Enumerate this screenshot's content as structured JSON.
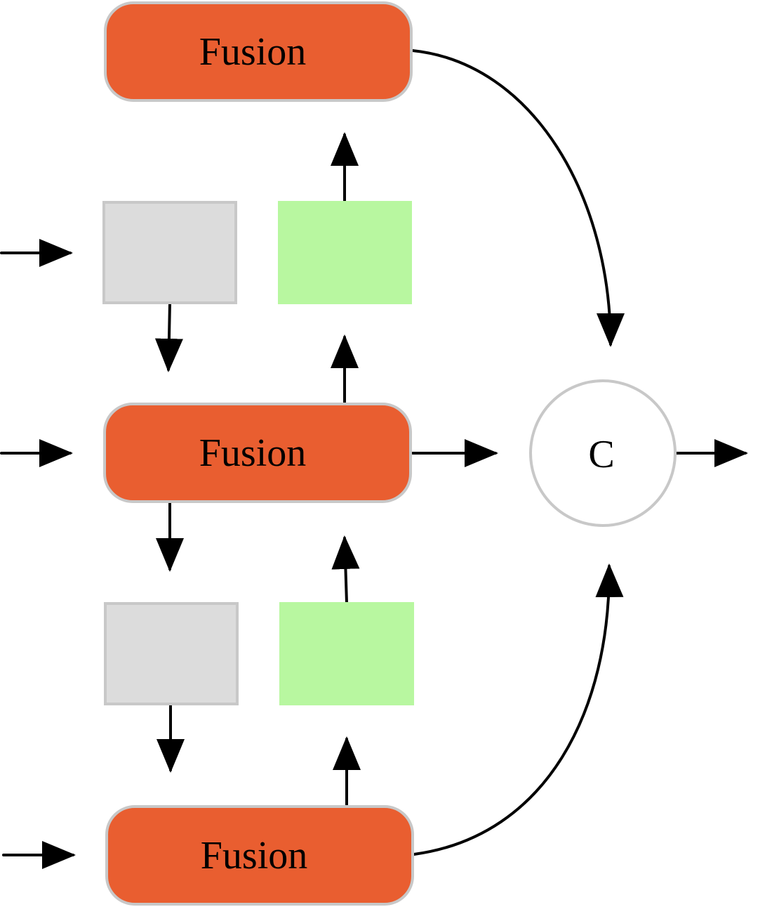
{
  "diagram": {
    "type": "feature-fusion-pyramid",
    "colors": {
      "fusion": "#E95E30",
      "fusion_border": "#C8C8C8",
      "downsample_block": "#DCDCDC",
      "upsample_block": "#B8F7A0",
      "concat_border": "#C8C8C8",
      "edge": "#000000"
    },
    "nodes": {
      "fusion_top": {
        "label": "Fusion"
      },
      "fusion_middle": {
        "label": "Fusion"
      },
      "fusion_bottom": {
        "label": "Fusion"
      },
      "gray_upper": {
        "label": ""
      },
      "gray_lower": {
        "label": ""
      },
      "green_upper": {
        "label": ""
      },
      "green_lower": {
        "label": ""
      },
      "concat": {
        "label": "C"
      }
    },
    "edges": [
      {
        "from": "input-1",
        "to": "gray_upper"
      },
      {
        "from": "input-2",
        "to": "fusion_middle"
      },
      {
        "from": "input-3",
        "to": "fusion_bottom"
      },
      {
        "from": "gray_upper",
        "to": "fusion_middle"
      },
      {
        "from": "fusion_middle",
        "to": "gray_lower"
      },
      {
        "from": "gray_lower",
        "to": "fusion_bottom"
      },
      {
        "from": "fusion_bottom",
        "to": "green_lower"
      },
      {
        "from": "green_lower",
        "to": "fusion_middle"
      },
      {
        "from": "fusion_middle",
        "to": "green_upper"
      },
      {
        "from": "green_upper",
        "to": "fusion_top"
      },
      {
        "from": "fusion_top",
        "to": "concat"
      },
      {
        "from": "fusion_middle",
        "to": "concat"
      },
      {
        "from": "fusion_bottom",
        "to": "concat"
      },
      {
        "from": "concat",
        "to": "output"
      }
    ]
  }
}
